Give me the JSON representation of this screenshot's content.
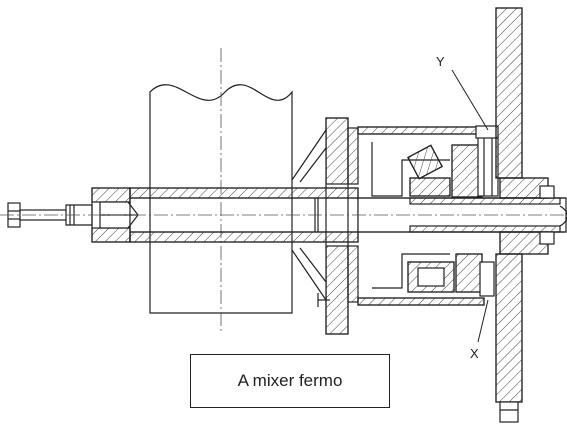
{
  "diagram": {
    "labels": {
      "y": "Y",
      "x": "X"
    },
    "caption": "A mixer fermo",
    "colors": {
      "line": "#222222",
      "hatch": "#444444",
      "centerline": "#555555",
      "background": "#ffffff"
    }
  }
}
